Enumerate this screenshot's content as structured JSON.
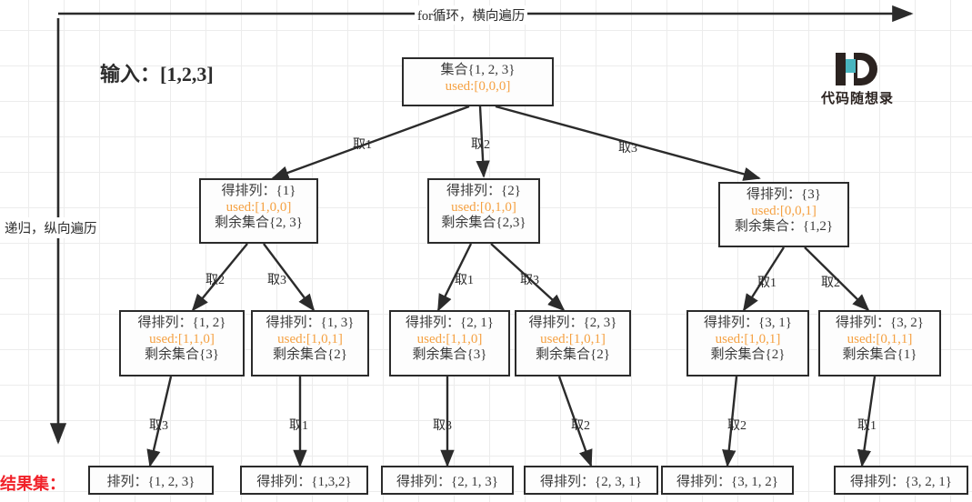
{
  "meta": {
    "title": "全排列回溯树形结构图",
    "input_label": "输入：[1,2,3]",
    "top_axis_label": "for循环，横向遍历",
    "left_axis_label": "递归，纵向遍历",
    "result_label": "结果集：",
    "logo_text": "代码随想录",
    "logo_mark": "D",
    "colors": {
      "used_orange": "#f5a142",
      "result_red": "#f1222a",
      "node_border": "#2b2b2b",
      "grid": "#ececec",
      "logo_cyan": "#49b5bf",
      "logo_dark": "#2b2320"
    }
  },
  "tree": {
    "root": {
      "set": "集合{1, 2, 3}",
      "used": "used:[0,0,0]"
    },
    "level1": [
      {
        "perm": "得排列：{1}",
        "used": "used:[1,0,0]",
        "rest": "剩余集合{2, 3}"
      },
      {
        "perm": "得排列：{2}",
        "used": "used:[0,1,0]",
        "rest": "剩余集合{2,3}"
      },
      {
        "perm": "得排列：{3}",
        "used": "used:[0,0,1]",
        "rest": "剩余集合：{1,2}"
      }
    ],
    "level2": [
      {
        "perm": "得排列：{1, 2}",
        "used": "used:[1,1,0]",
        "rest": "剩余集合{3}"
      },
      {
        "perm": "得排列：{1, 3}",
        "used": "used:[1,0,1]",
        "rest": "剩余集合{2}"
      },
      {
        "perm": "得排列：{2, 1}",
        "used": "used:[1,1,0]",
        "rest": "剩余集合{3}"
      },
      {
        "perm": "得排列：{2, 3}",
        "used": "used:[1,0,1]",
        "rest": "剩余集合{2}"
      },
      {
        "perm": "得排列：{3, 1}",
        "used": "used:[1,0,1]",
        "rest": "剩余集合{2}"
      },
      {
        "perm": "得排列：{3, 2}",
        "used": "used:[0,1,1]",
        "rest": "剩余集合{1}"
      }
    ],
    "leaves": [
      {
        "text": "排列：{1, 2, 3}"
      },
      {
        "text": "得排列：{1,3,2}"
      },
      {
        "text": "得排列：{2, 1, 3}"
      },
      {
        "text": "得排列：{2, 3, 1}"
      },
      {
        "text": "得排列：{3, 1, 2}"
      },
      {
        "text": "得排列：{3, 2, 1}"
      }
    ],
    "edge_labels_level1": [
      "取1",
      "取2",
      "取3"
    ],
    "edge_labels_level2": [
      "取2",
      "取3",
      "取1",
      "取3",
      "取1",
      "取2"
    ],
    "edge_labels_level3": [
      "取3",
      "取1",
      "取3",
      "取2",
      "取2",
      "取1"
    ]
  }
}
